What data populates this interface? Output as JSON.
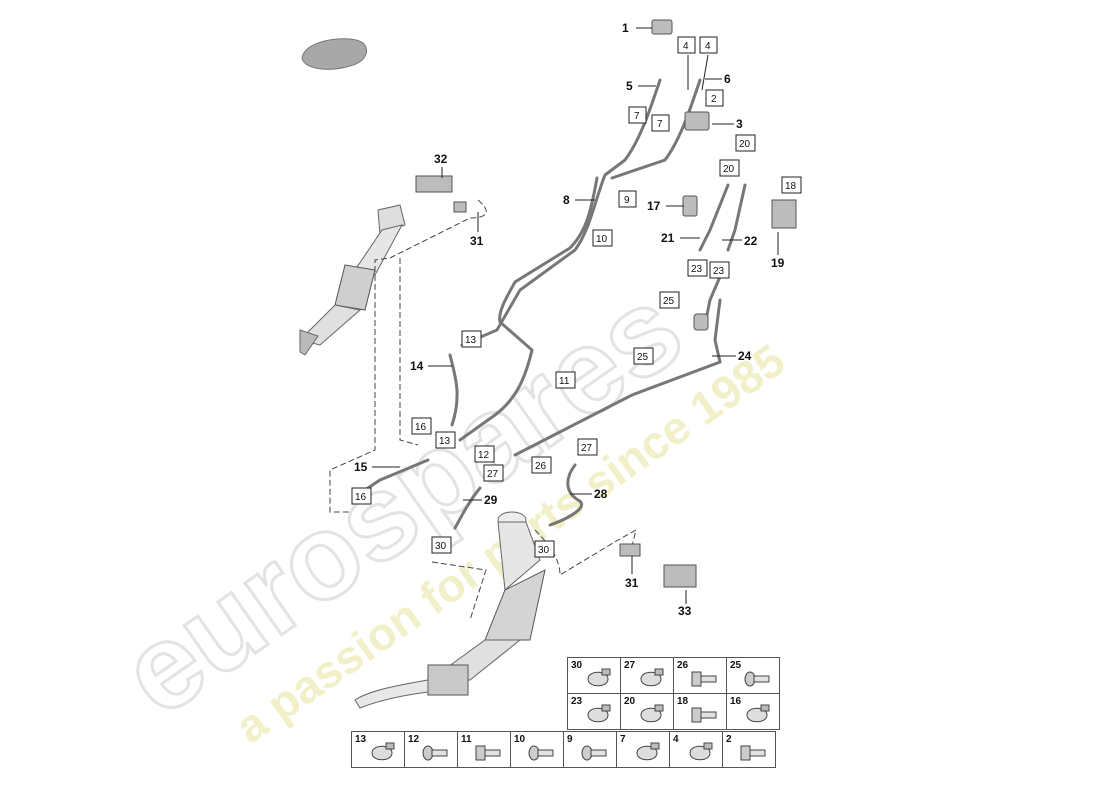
{
  "watermark": {
    "brand": "eurospares",
    "tagline": "a passion for parts since 1985"
  },
  "callouts": [
    {
      "id": "c1",
      "text": "1"
    },
    {
      "id": "c3",
      "text": "3"
    },
    {
      "id": "c5",
      "text": "5"
    },
    {
      "id": "c6",
      "text": "6"
    },
    {
      "id": "c8",
      "text": "8"
    },
    {
      "id": "c14",
      "text": "14"
    },
    {
      "id": "c15",
      "text": "15"
    },
    {
      "id": "c17",
      "text": "17"
    },
    {
      "id": "c19",
      "text": "19"
    },
    {
      "id": "c21",
      "text": "21"
    },
    {
      "id": "c22",
      "text": "22"
    },
    {
      "id": "c24",
      "text": "24"
    },
    {
      "id": "c28",
      "text": "28"
    },
    {
      "id": "c29",
      "text": "29"
    },
    {
      "id": "c31a",
      "text": "31"
    },
    {
      "id": "c31b",
      "text": "31"
    },
    {
      "id": "c32",
      "text": "32"
    },
    {
      "id": "c33",
      "text": "33"
    }
  ],
  "boxed_refs": [
    {
      "id": "b4a",
      "text": "4"
    },
    {
      "id": "b4b",
      "text": "4"
    },
    {
      "id": "b2",
      "text": "2"
    },
    {
      "id": "b7a",
      "text": "7"
    },
    {
      "id": "b7b",
      "text": "7"
    },
    {
      "id": "b20a",
      "text": "20"
    },
    {
      "id": "b20b",
      "text": "20"
    },
    {
      "id": "b18",
      "text": "18"
    },
    {
      "id": "b9",
      "text": "9"
    },
    {
      "id": "b10",
      "text": "10"
    },
    {
      "id": "b23a",
      "text": "23"
    },
    {
      "id": "b23b",
      "text": "23"
    },
    {
      "id": "b25a",
      "text": "25"
    },
    {
      "id": "b13a",
      "text": "13"
    },
    {
      "id": "b25b",
      "text": "25"
    },
    {
      "id": "b11",
      "text": "11"
    },
    {
      "id": "b16a",
      "text": "16"
    },
    {
      "id": "b13b",
      "text": "13"
    },
    {
      "id": "b12",
      "text": "12"
    },
    {
      "id": "b27a",
      "text": "27"
    },
    {
      "id": "b26",
      "text": "26"
    },
    {
      "id": "b27b",
      "text": "27"
    },
    {
      "id": "b16b",
      "text": "16"
    },
    {
      "id": "b30a",
      "text": "30"
    },
    {
      "id": "b30b",
      "text": "30"
    }
  ],
  "legend": {
    "row1": [
      {
        "num": "30",
        "icon": "clamp-icon"
      },
      {
        "num": "27",
        "icon": "clamp-icon"
      },
      {
        "num": "26",
        "icon": "bolt-icon"
      },
      {
        "num": "25",
        "icon": "bolt-icon"
      }
    ],
    "row2": [
      {
        "num": "23",
        "icon": "clamp-icon"
      },
      {
        "num": "20",
        "icon": "clamp-icon"
      },
      {
        "num": "18",
        "icon": "bolt-icon"
      },
      {
        "num": "16",
        "icon": "clamp-icon"
      }
    ],
    "row3": [
      {
        "num": "13",
        "icon": "clamp-icon"
      },
      {
        "num": "12",
        "icon": "bolt-icon"
      },
      {
        "num": "11",
        "icon": "bolt-icon"
      },
      {
        "num": "10",
        "icon": "bolt-icon"
      },
      {
        "num": "9",
        "icon": "bolt-icon"
      },
      {
        "num": "7",
        "icon": "clamp-icon"
      },
      {
        "num": "4",
        "icon": "clamp-icon"
      },
      {
        "num": "2",
        "icon": "bolt-icon"
      }
    ]
  }
}
